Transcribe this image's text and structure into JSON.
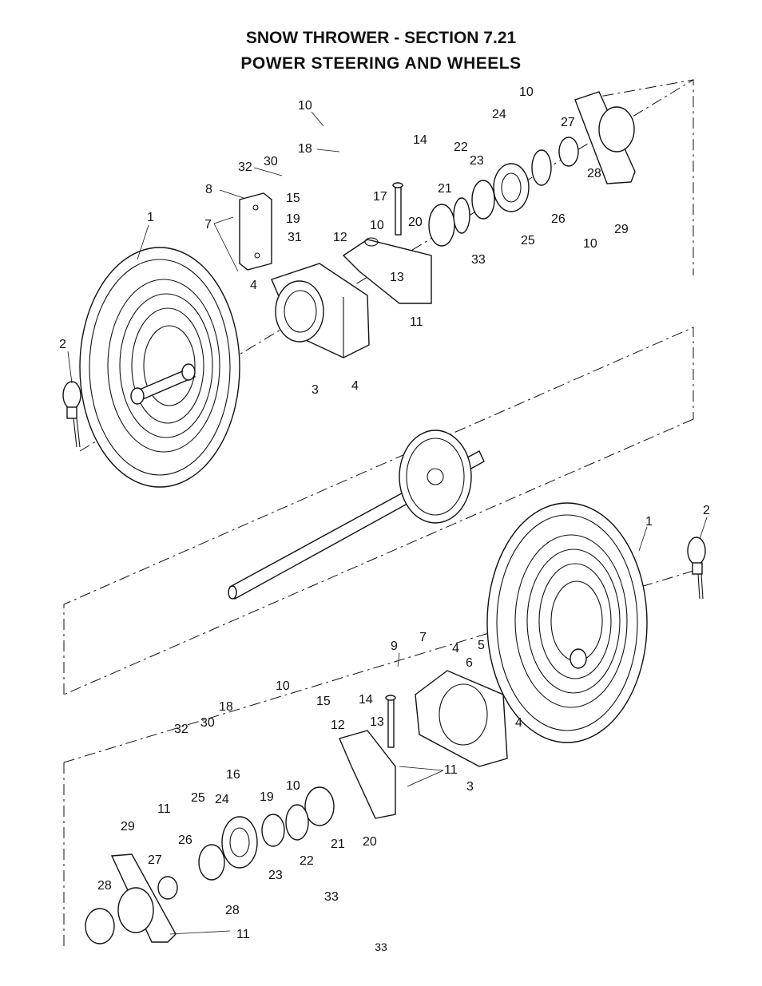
{
  "header": {
    "title": "SNOW THROWER - SECTION 7.21",
    "subtitle": "POWER  STEERING  AND  WHEELS"
  },
  "footer": {
    "page_number": "33"
  },
  "callouts": {
    "upper": [
      "10",
      "18",
      "30",
      "32",
      "15",
      "17",
      "19",
      "10",
      "8",
      "7",
      "1",
      "31",
      "12",
      "4",
      "14",
      "20",
      "21",
      "22",
      "23",
      "24",
      "10",
      "27",
      "28",
      "25",
      "26",
      "10",
      "29",
      "33",
      "13",
      "11",
      "3",
      "4",
      "2"
    ],
    "lower": [
      "1",
      "2",
      "9",
      "7",
      "4",
      "5",
      "6",
      "10",
      "18",
      "15",
      "14",
      "13",
      "30",
      "32",
      "12",
      "16",
      "19",
      "10",
      "4",
      "11",
      "3",
      "29",
      "11",
      "25",
      "24",
      "26",
      "27",
      "28",
      "23",
      "22",
      "21",
      "20",
      "33",
      "28",
      "11"
    ]
  }
}
